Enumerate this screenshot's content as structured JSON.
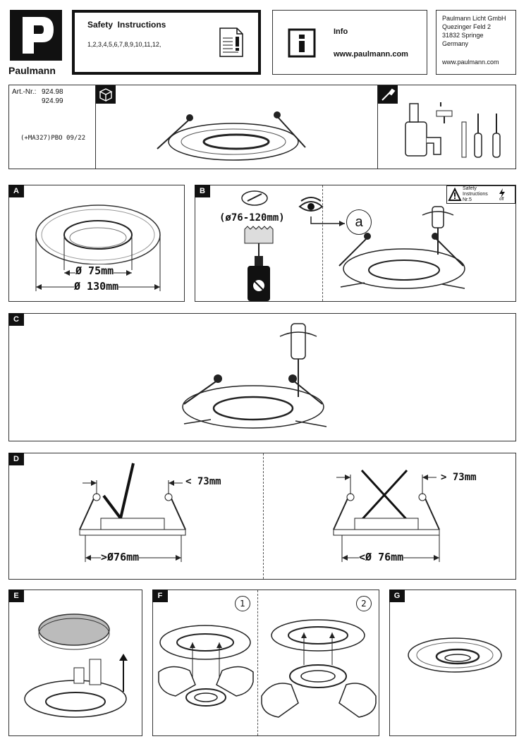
{
  "header": {
    "brand": "Paulmann",
    "safety_title": "Safety  Instructions",
    "safety_list": "1,2,3,4,5,6,7,8,9,10,11,12,",
    "info_title": "Info",
    "info_url": "www.paulmann.com",
    "address": [
      "Paulmann Licht GmbH",
      "Quezinger Feld 2",
      "31832 Springe",
      "Germany"
    ],
    "address_url": "www.paulmann.com"
  },
  "article": {
    "label": "Art.-Nr.:",
    "numbers": [
      "924.98",
      "924.99"
    ],
    "code": "(+MA327)PBO 09/22"
  },
  "sections": {
    "a": {
      "tag": "A",
      "inner_dim": "Ø 75mm",
      "outer_dim": "Ø 130mm"
    },
    "b": {
      "tag": "B",
      "range": "(ø76-120mm)",
      "ref": "a",
      "warn_line1": "Safety",
      "warn_line2": "Instructions",
      "warn_line3": "Nr.5",
      "warn_off": "off"
    },
    "c": {
      "tag": "C"
    },
    "d": {
      "tag": "D",
      "ok_gap": "< 73mm",
      "ok_hole": ">Ø76mm",
      "bad_gap": "> 73mm",
      "bad_hole": "<Ø 76mm"
    },
    "e": {
      "tag": "E"
    },
    "f": {
      "tag": "F",
      "step1": "1",
      "step2": "2"
    },
    "g": {
      "tag": "G"
    }
  }
}
